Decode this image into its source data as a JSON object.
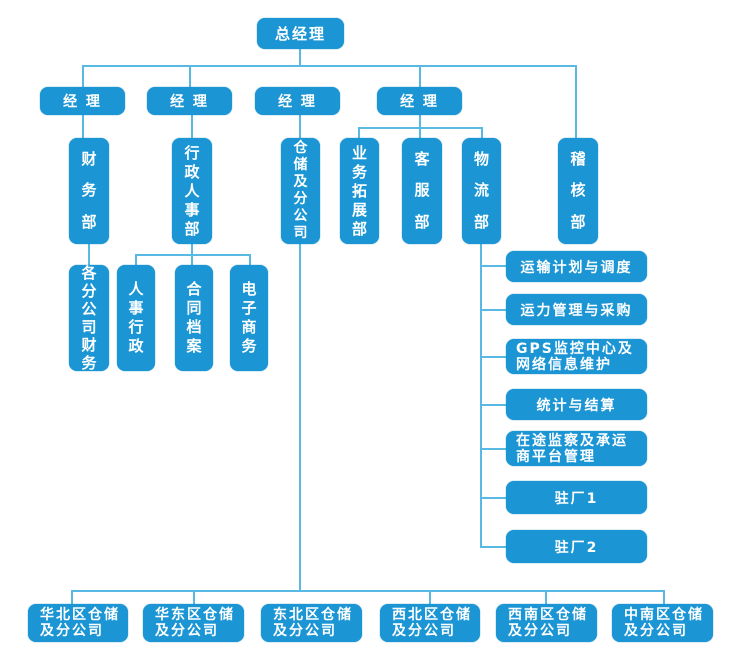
{
  "title": "总经理",
  "managers": [
    "经 理",
    "经 理",
    "经 理",
    "经 理"
  ],
  "departments": {
    "finance": "财务部",
    "admin_hr": "行政人事部",
    "warehouse": "仓储及分公司",
    "business_dev": "业务拓展部",
    "customer_service": "客服部",
    "logistics": "物流部",
    "audit": "稽核部"
  },
  "finance_sub": [
    "各分公司财务"
  ],
  "admin_sub": [
    "人事行政",
    "合同档案",
    "电子商务"
  ],
  "logistics_sub": [
    "运输计划与调度",
    "运力管理与采购",
    "GPS监控中心及\n网络信息维护",
    "统计与结算",
    "在途监察及承运\n商平台管理",
    "驻厂1",
    "驻厂2"
  ],
  "regional_branches": [
    "华北区仓储\n及分公司",
    "华东区仓储\n及分公司",
    "东北区仓储\n及分公司",
    "西北区仓储\n及分公司",
    "西南区仓储\n及分公司",
    "中南区仓储\n及分公司"
  ],
  "colors": {
    "box": "#1b95d4",
    "line": "#58b9e2",
    "text": "#ffffff"
  }
}
